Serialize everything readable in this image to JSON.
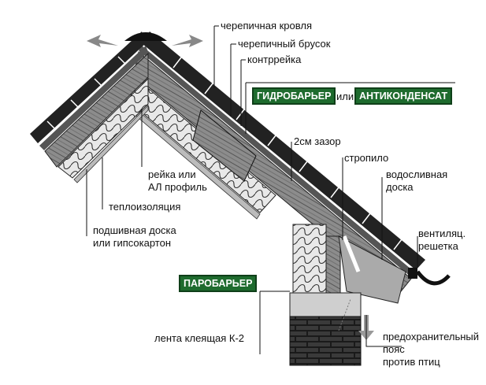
{
  "labels": {
    "tile_roof": "черепичная кровля",
    "tile_batten": "черепичный брусок",
    "counter_batten": "контррейка",
    "hydrobarrier": "ГИДРОБАРЬЕР",
    "or": "или",
    "anticondensate": "АНТИКОНДЕНСАТ",
    "gap": "2см зазор",
    "rafter": "стропило",
    "drip_board": [
      "водосливная",
      "доска"
    ],
    "vent_grille": [
      "вентиляц.",
      "решетка"
    ],
    "batten_profile": [
      "рейка или",
      "АЛ профиль"
    ],
    "insulation": "теплоизоляция",
    "lining": [
      "подшивная доска",
      "или гипсокартон"
    ],
    "vapor_barrier": "ПАРОБАРЬЕР",
    "tape": "лента клеящая К-2",
    "bird_guard": [
      "предохранительный",
      "пояс",
      "против птиц"
    ]
  },
  "colors": {
    "badge_fill": "#1e6b2e",
    "ink": "#111111"
  }
}
